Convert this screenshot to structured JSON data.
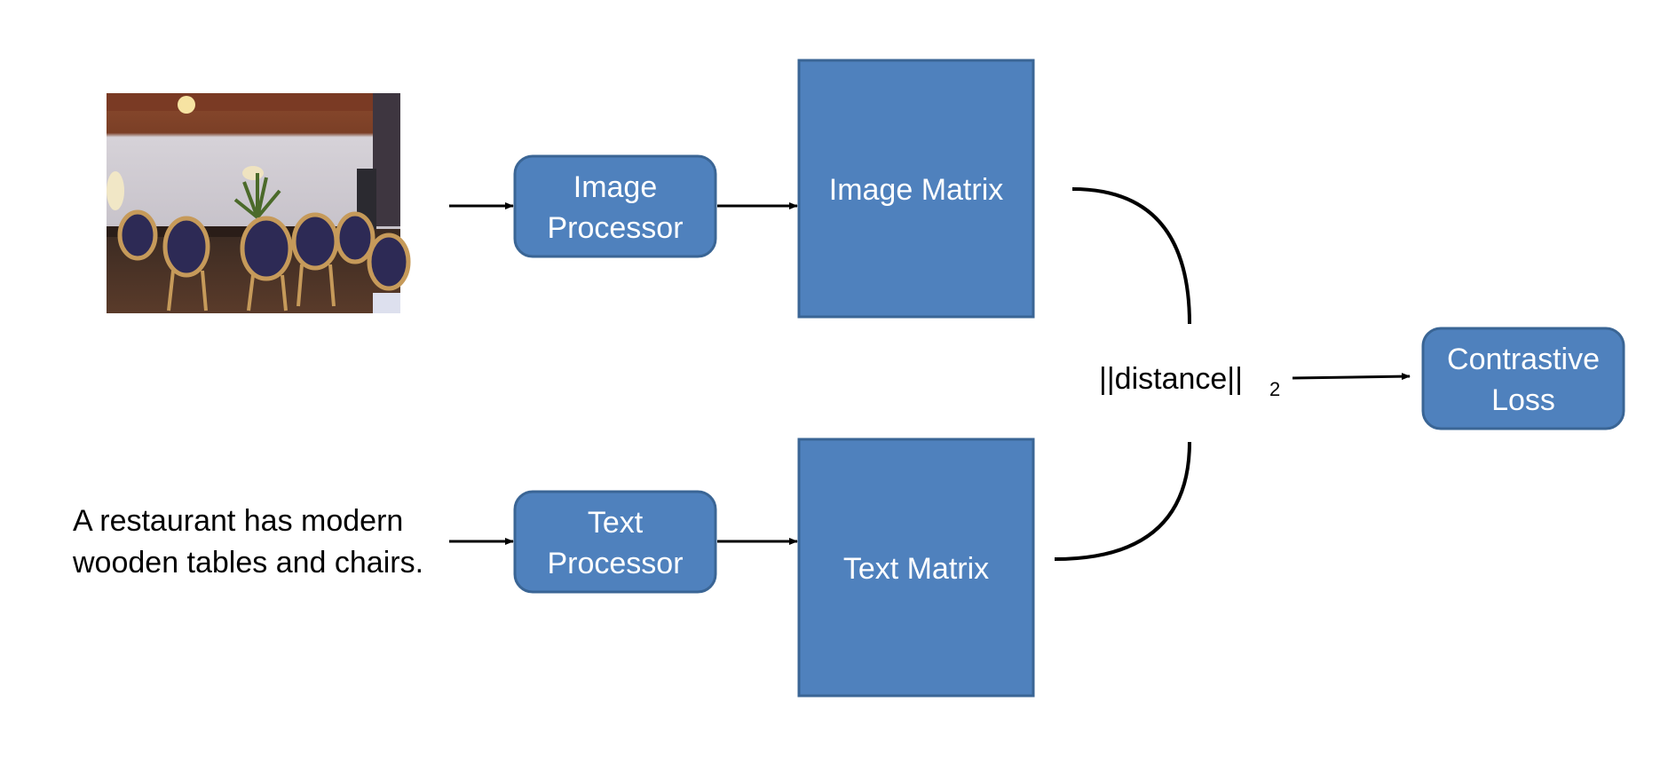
{
  "colors": {
    "box_fill": "#4f81bd",
    "box_stroke": "#3a6595",
    "text_on_box": "#ffffff",
    "arrow": "#000000"
  },
  "input_image": {
    "description_name": "restaurant-photo"
  },
  "input_caption": {
    "line1": "A restaurant has modern",
    "line2": "wooden tables and chairs."
  },
  "image_processor": {
    "line1": "Image",
    "line2": "Processor"
  },
  "text_processor": {
    "line1": "Text",
    "line2": "Processor"
  },
  "image_matrix": {
    "label": "Image Matrix"
  },
  "text_matrix": {
    "label": "Text Matrix"
  },
  "distance": {
    "label": "||distance||",
    "subscript": "2"
  },
  "contrastive_loss": {
    "line1": "Contrastive",
    "line2": "Loss"
  }
}
